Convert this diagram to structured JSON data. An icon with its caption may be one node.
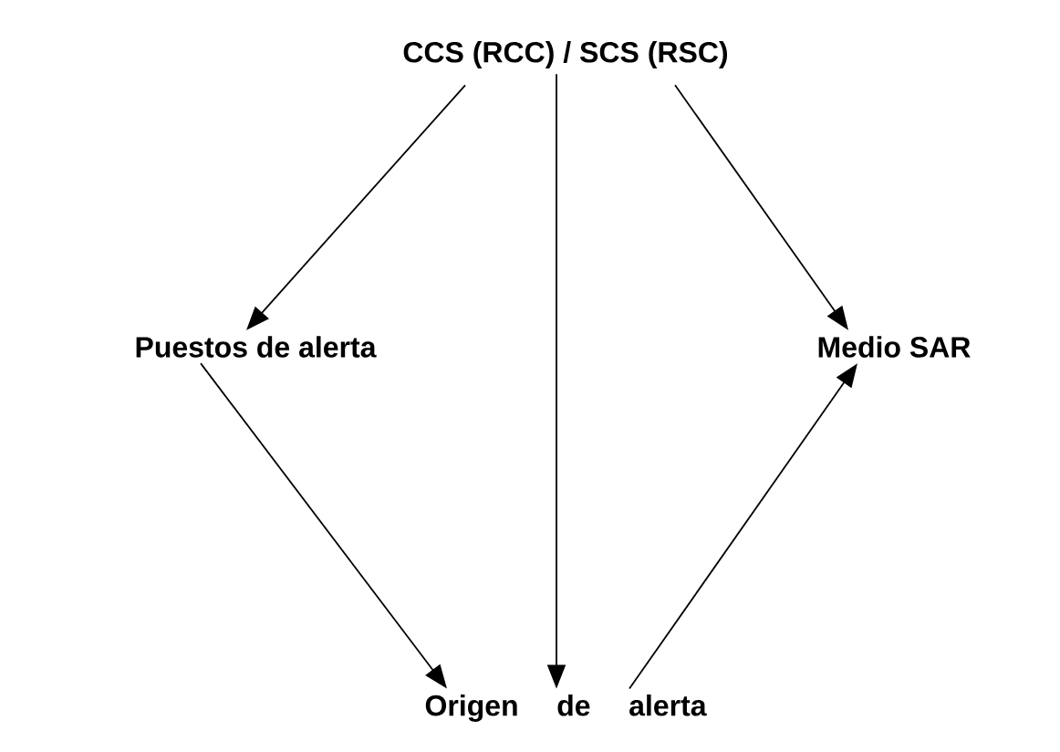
{
  "diagram": {
    "nodes": [
      {
        "text": [
          "CCS (RCC) / SCS (RSC)"
        ]
      },
      {
        "text": [
          "Puestos de alerta"
        ]
      },
      {
        "text": [
          "Medio SAR"
        ]
      },
      {
        "text": [
          "Origen de alerta"
        ]
      }
    ],
    "edges": [
      {
        "from": 0,
        "to": 1,
        "arrow": "to"
      },
      {
        "from": 0,
        "to": 2,
        "arrow": "to"
      },
      {
        "from": 0,
        "to": 3,
        "arrow": "to"
      },
      {
        "from": 1,
        "to": 3,
        "arrow": "to"
      },
      {
        "from": 3,
        "to": 2,
        "arrow": "to"
      }
    ]
  }
}
